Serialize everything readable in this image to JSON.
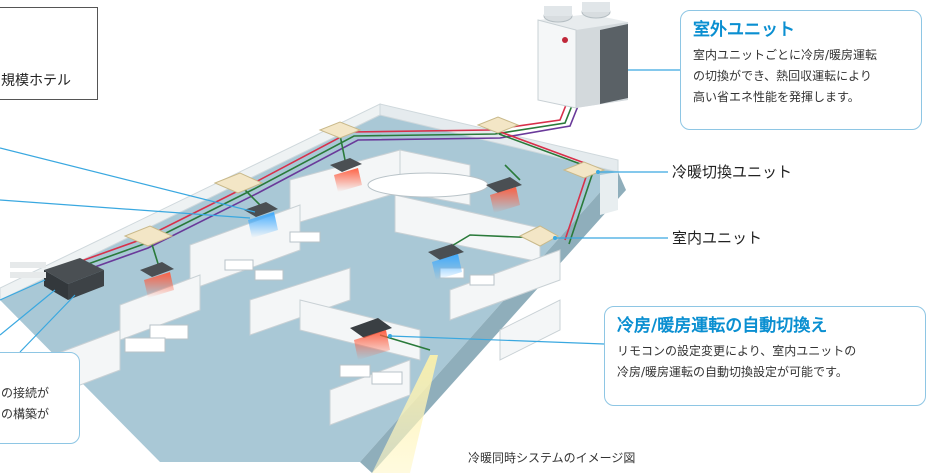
{
  "outdoor_unit": {
    "title": "室外ユニット",
    "lines": [
      "室内ユニットごとに冷房/暖房運転",
      "の切換ができ、熱回収運転により",
      "高い省エネ性能を発揮します。"
    ]
  },
  "switch_unit_label": "冷暖切換ユニット",
  "indoor_unit_label": "室内ユニット",
  "auto_switch": {
    "title": "冷房/暖房運転の自動切換え",
    "lines": [
      "リモコンの設定変更により、室内ユニットの",
      "冷房/暖房運転の自動切換設定が可能です。"
    ]
  },
  "hotel_label": "規模ホテル",
  "left_bottom_lines": [
    "の接続が",
    "の構築が"
  ],
  "caption": "冷暖同時システムのイメージ図",
  "colors": {
    "accent": "#0a8fd1",
    "callout_border": "#8ec6e4",
    "floor": "#a9c8d6",
    "pipe_red": "#d8304a",
    "pipe_green": "#2a7a3a",
    "heat": "#ff5a3c",
    "cool": "#3aa8ff"
  }
}
